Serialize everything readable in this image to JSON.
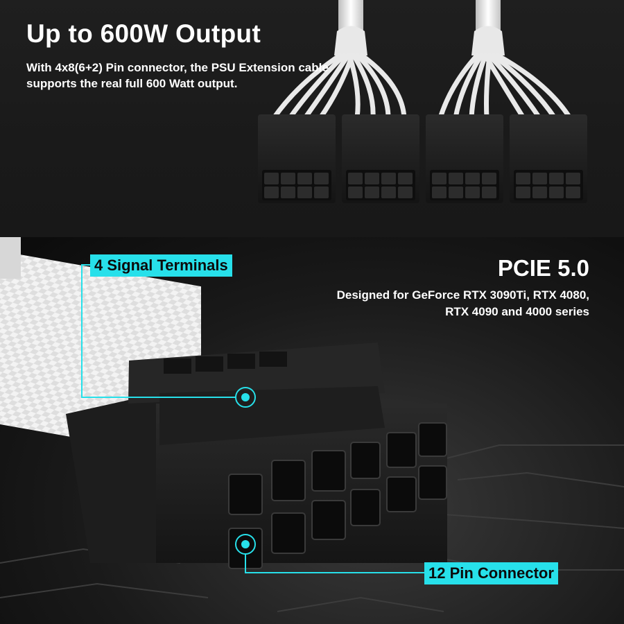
{
  "top": {
    "headline": "Up to 600W Output",
    "description": "With 4x8(6+2) Pin connector, the PSU Extension cable supports the real full 600 Watt output."
  },
  "bottom": {
    "title": "PCIE 5.0",
    "description": "Designed for GeForce RTX 3090Ti, RTX 4080, RTX 4090 and 4000 series",
    "callouts": {
      "signal_terminals": "4 Signal Terminals",
      "pin_connector": "12 Pin Connector"
    }
  },
  "colors": {
    "accent": "#27e0ea",
    "background_top": "#1c1c1c",
    "background_bottom": "#111111",
    "cable": "#f2f2f2",
    "connector": "#1e1e1e"
  }
}
